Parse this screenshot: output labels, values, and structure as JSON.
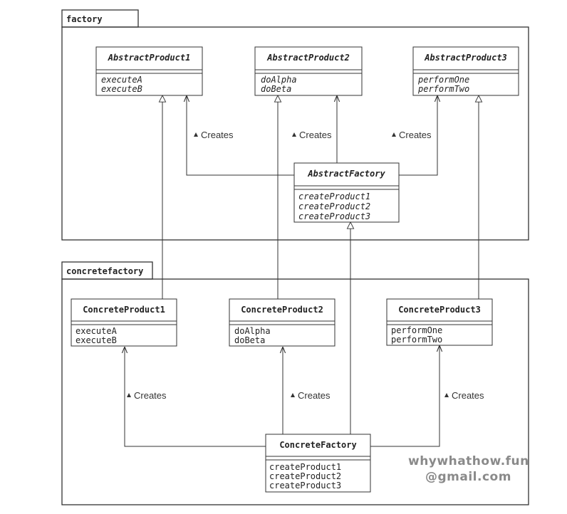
{
  "packages": {
    "factory": "factory",
    "concretefactory": "concretefactory"
  },
  "classes": {
    "abstract_product1": {
      "name": "AbstractProduct1",
      "methods": [
        "executeA",
        "executeB"
      ]
    },
    "abstract_product2": {
      "name": "AbstractProduct2",
      "methods": [
        "doAlpha",
        "doBeta"
      ]
    },
    "abstract_product3": {
      "name": "AbstractProduct3",
      "methods": [
        "performOne",
        "performTwo"
      ]
    },
    "abstract_factory": {
      "name": "AbstractFactory",
      "methods": [
        "createProduct1",
        "createProduct2",
        "createProduct3"
      ]
    },
    "concrete_product1": {
      "name": "ConcreteProduct1",
      "methods": [
        "executeA",
        "executeB"
      ]
    },
    "concrete_product2": {
      "name": "ConcreteProduct2",
      "methods": [
        "doAlpha",
        "doBeta"
      ]
    },
    "concrete_product3": {
      "name": "ConcreteProduct3",
      "methods": [
        "performOne",
        "performTwo"
      ]
    },
    "concrete_factory": {
      "name": "ConcreteFactory",
      "methods": [
        "createProduct1",
        "createProduct2",
        "createProduct3"
      ]
    }
  },
  "relations": {
    "creates_label": "Creates"
  },
  "watermark": {
    "line1": "whywhathow.fun",
    "line2": "@gmail.com"
  }
}
